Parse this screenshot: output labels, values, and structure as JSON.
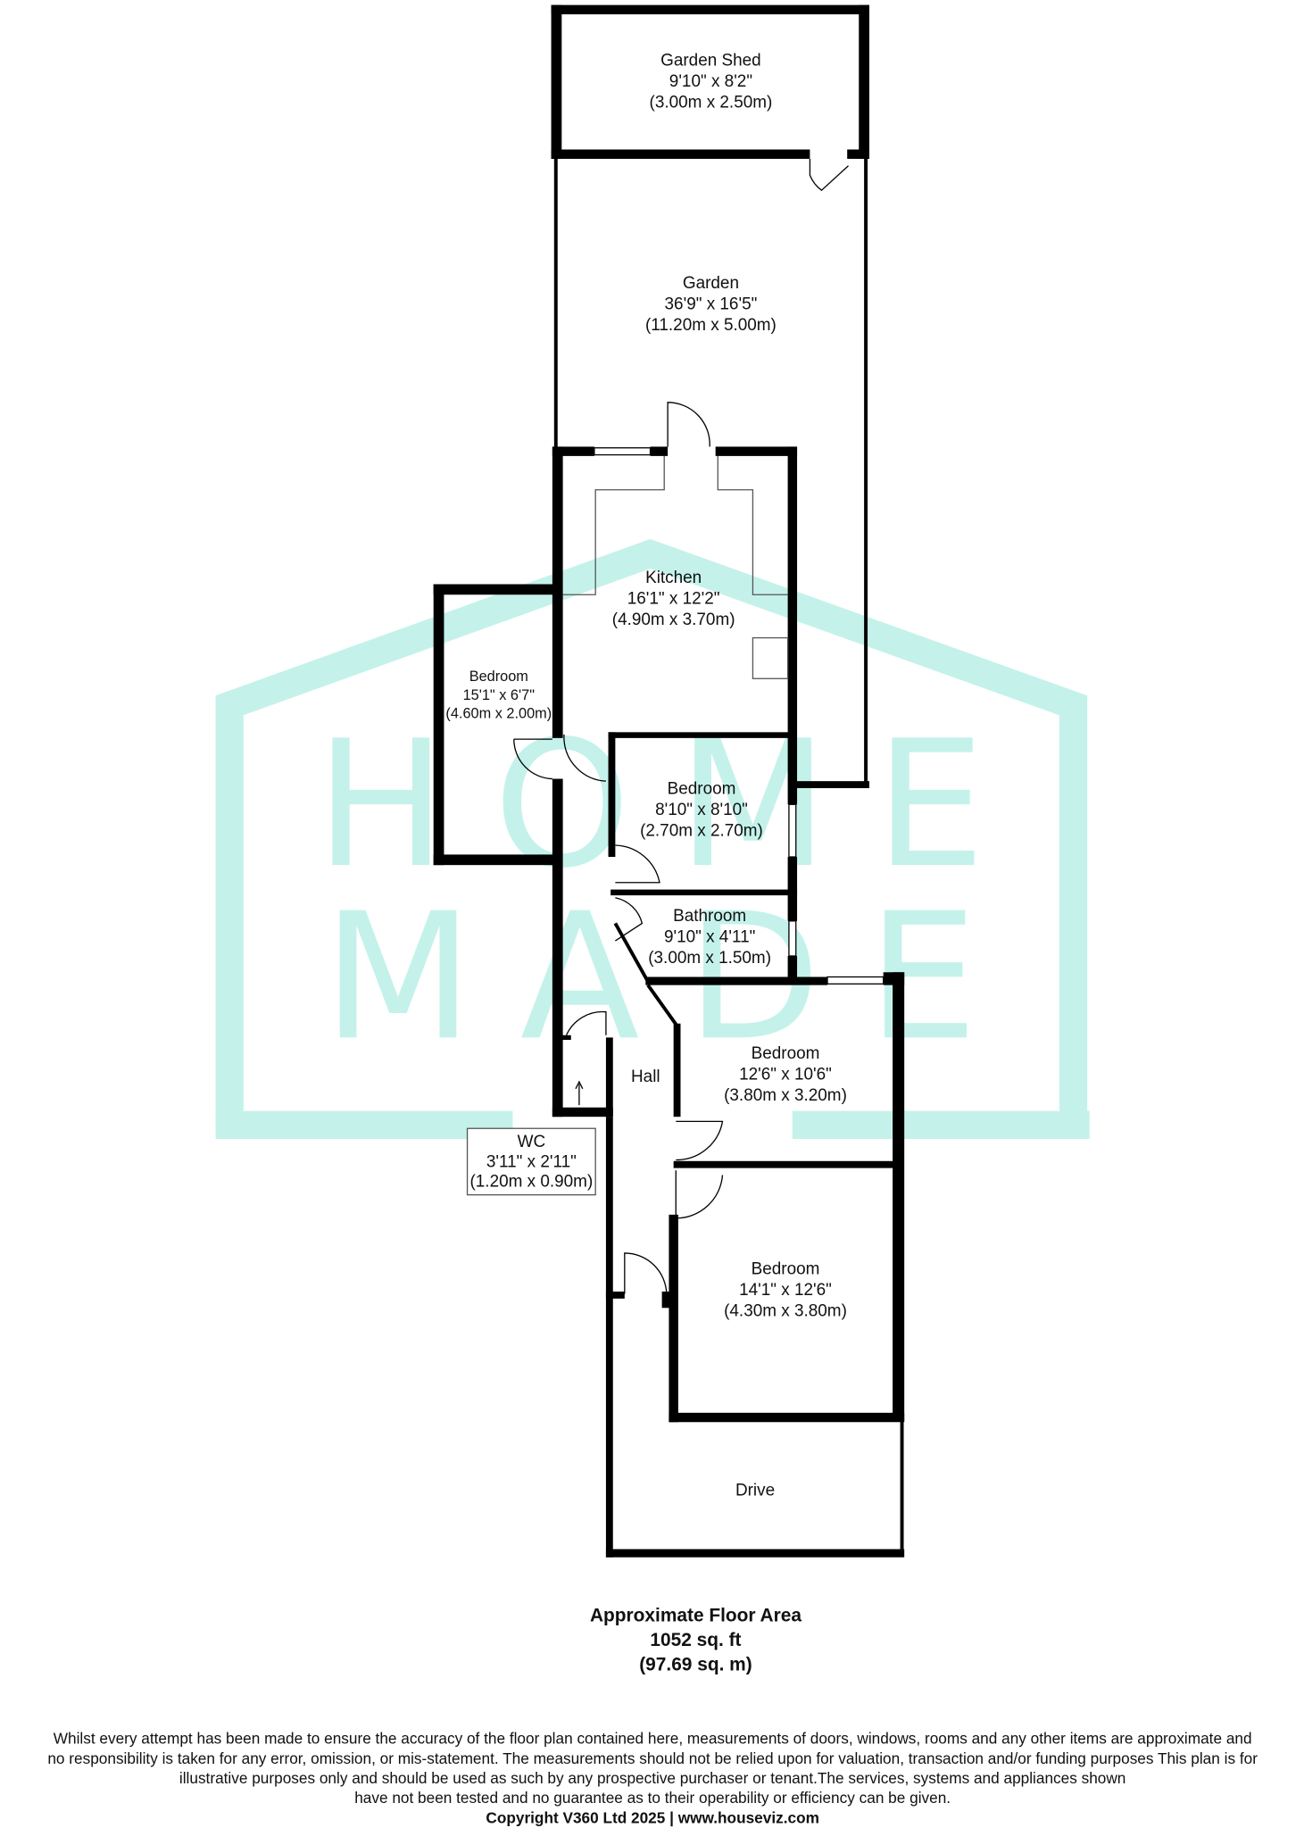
{
  "brand": {
    "watermark_line1": "HOME",
    "watermark_line2": "MADE",
    "watermark_color": "#c4f2eb"
  },
  "rooms": {
    "garden_shed": {
      "name": "Garden Shed",
      "imperial": "9'10\" x 8'2\"",
      "metric": "(3.00m x 2.50m)"
    },
    "garden": {
      "name": "Garden",
      "imperial": "36'9\" x 16'5\"",
      "metric": "(11.20m x 5.00m)"
    },
    "kitchen": {
      "name": "Kitchen",
      "imperial": "16'1\" x 12'2\"",
      "metric": "(4.90m x 3.70m)"
    },
    "bedroom_left": {
      "name": "Bedroom",
      "imperial": "15'1\" x 6'7\"",
      "metric": "(4.60m x 2.00m)"
    },
    "bedroom_mid": {
      "name": "Bedroom",
      "imperial": "8'10\" x 8'10\"",
      "metric": "(2.70m x 2.70m)"
    },
    "bathroom": {
      "name": "Bathroom",
      "imperial": "9'10\" x 4'11\"",
      "metric": "(3.00m x 1.50m)"
    },
    "hall": {
      "name": "Hall"
    },
    "bedroom_3": {
      "name": "Bedroom",
      "imperial": "12'6\" x 10'6\"",
      "metric": "(3.80m x 3.20m)"
    },
    "wc": {
      "name": "WC",
      "imperial": "3'11\" x 2'11\"",
      "metric": "(1.20m x 0.90m)"
    },
    "bedroom_4": {
      "name": "Bedroom",
      "imperial": "14'1\" x 12'6\"",
      "metric": "(4.30m x 3.80m)"
    },
    "drive": {
      "name": "Drive"
    }
  },
  "floor_area": {
    "title": "Approximate Floor Area",
    "sq_ft": "1052 sq. ft",
    "sq_m": "(97.69 sq. m)"
  },
  "disclaimer": [
    "Whilst every attempt has been made to ensure the accuracy of the floor plan contained here, measurements of doors, windows, rooms and any other items are approximate and",
    "no responsibility is taken for any error, omission, or mis-statement.  The measurements should not be relied upon for valuation, transaction and/or funding purposes This plan is for",
    "illustrative purposes only and should be used as such by any prospective purchaser or tenant.The services, systems and appliances shown",
    "have not been tested and no guarantee as to their operability or efficiency can be given."
  ],
  "copyright": "Copyright V360 Ltd 2025 | www.houseviz.com"
}
